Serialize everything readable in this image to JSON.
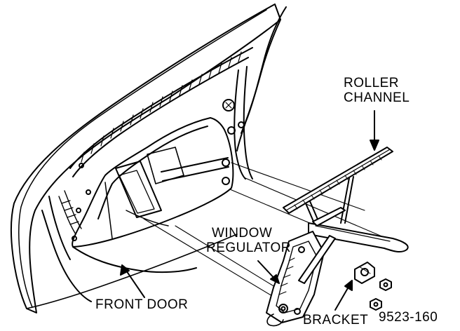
{
  "labels": {
    "roller_channel": [
      "ROLLER",
      "CHANNEL"
    ],
    "window_regulator": [
      "WINDOW",
      "REGULATOR"
    ],
    "front_door": "FRONT DOOR",
    "bracket": "BRACKET",
    "figure_number": "9523-160"
  },
  "colors": {
    "ink": "#000000",
    "paper": "#ffffff"
  }
}
